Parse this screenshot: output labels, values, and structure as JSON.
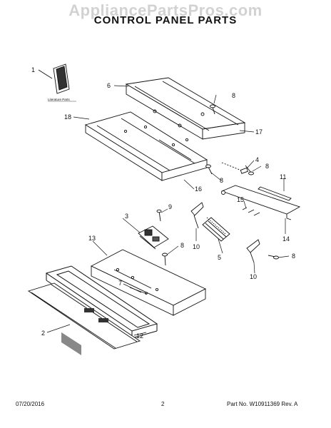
{
  "watermark": "AppliancePartsPros.com",
  "title": "CONTROL PANEL PARTS",
  "literature_label": "Literature Parts",
  "callouts": {
    "c1": "1",
    "c2": "2",
    "c3": "3",
    "c4": "4",
    "c5": "5",
    "c6": "6",
    "c7": "7",
    "c8a": "8",
    "c8b": "8",
    "c8c": "8",
    "c8d": "8",
    "c8e": "8",
    "c9": "9",
    "c10a": "10",
    "c10b": "10",
    "c11": "11",
    "c12": "12",
    "c13": "13",
    "c14": "14",
    "c15": "15",
    "c16": "16",
    "c17": "17",
    "c18": "18"
  },
  "footer": {
    "date": "07/20/2016",
    "page": "2",
    "part_info": "Part No. W10911369  Rev. A"
  }
}
